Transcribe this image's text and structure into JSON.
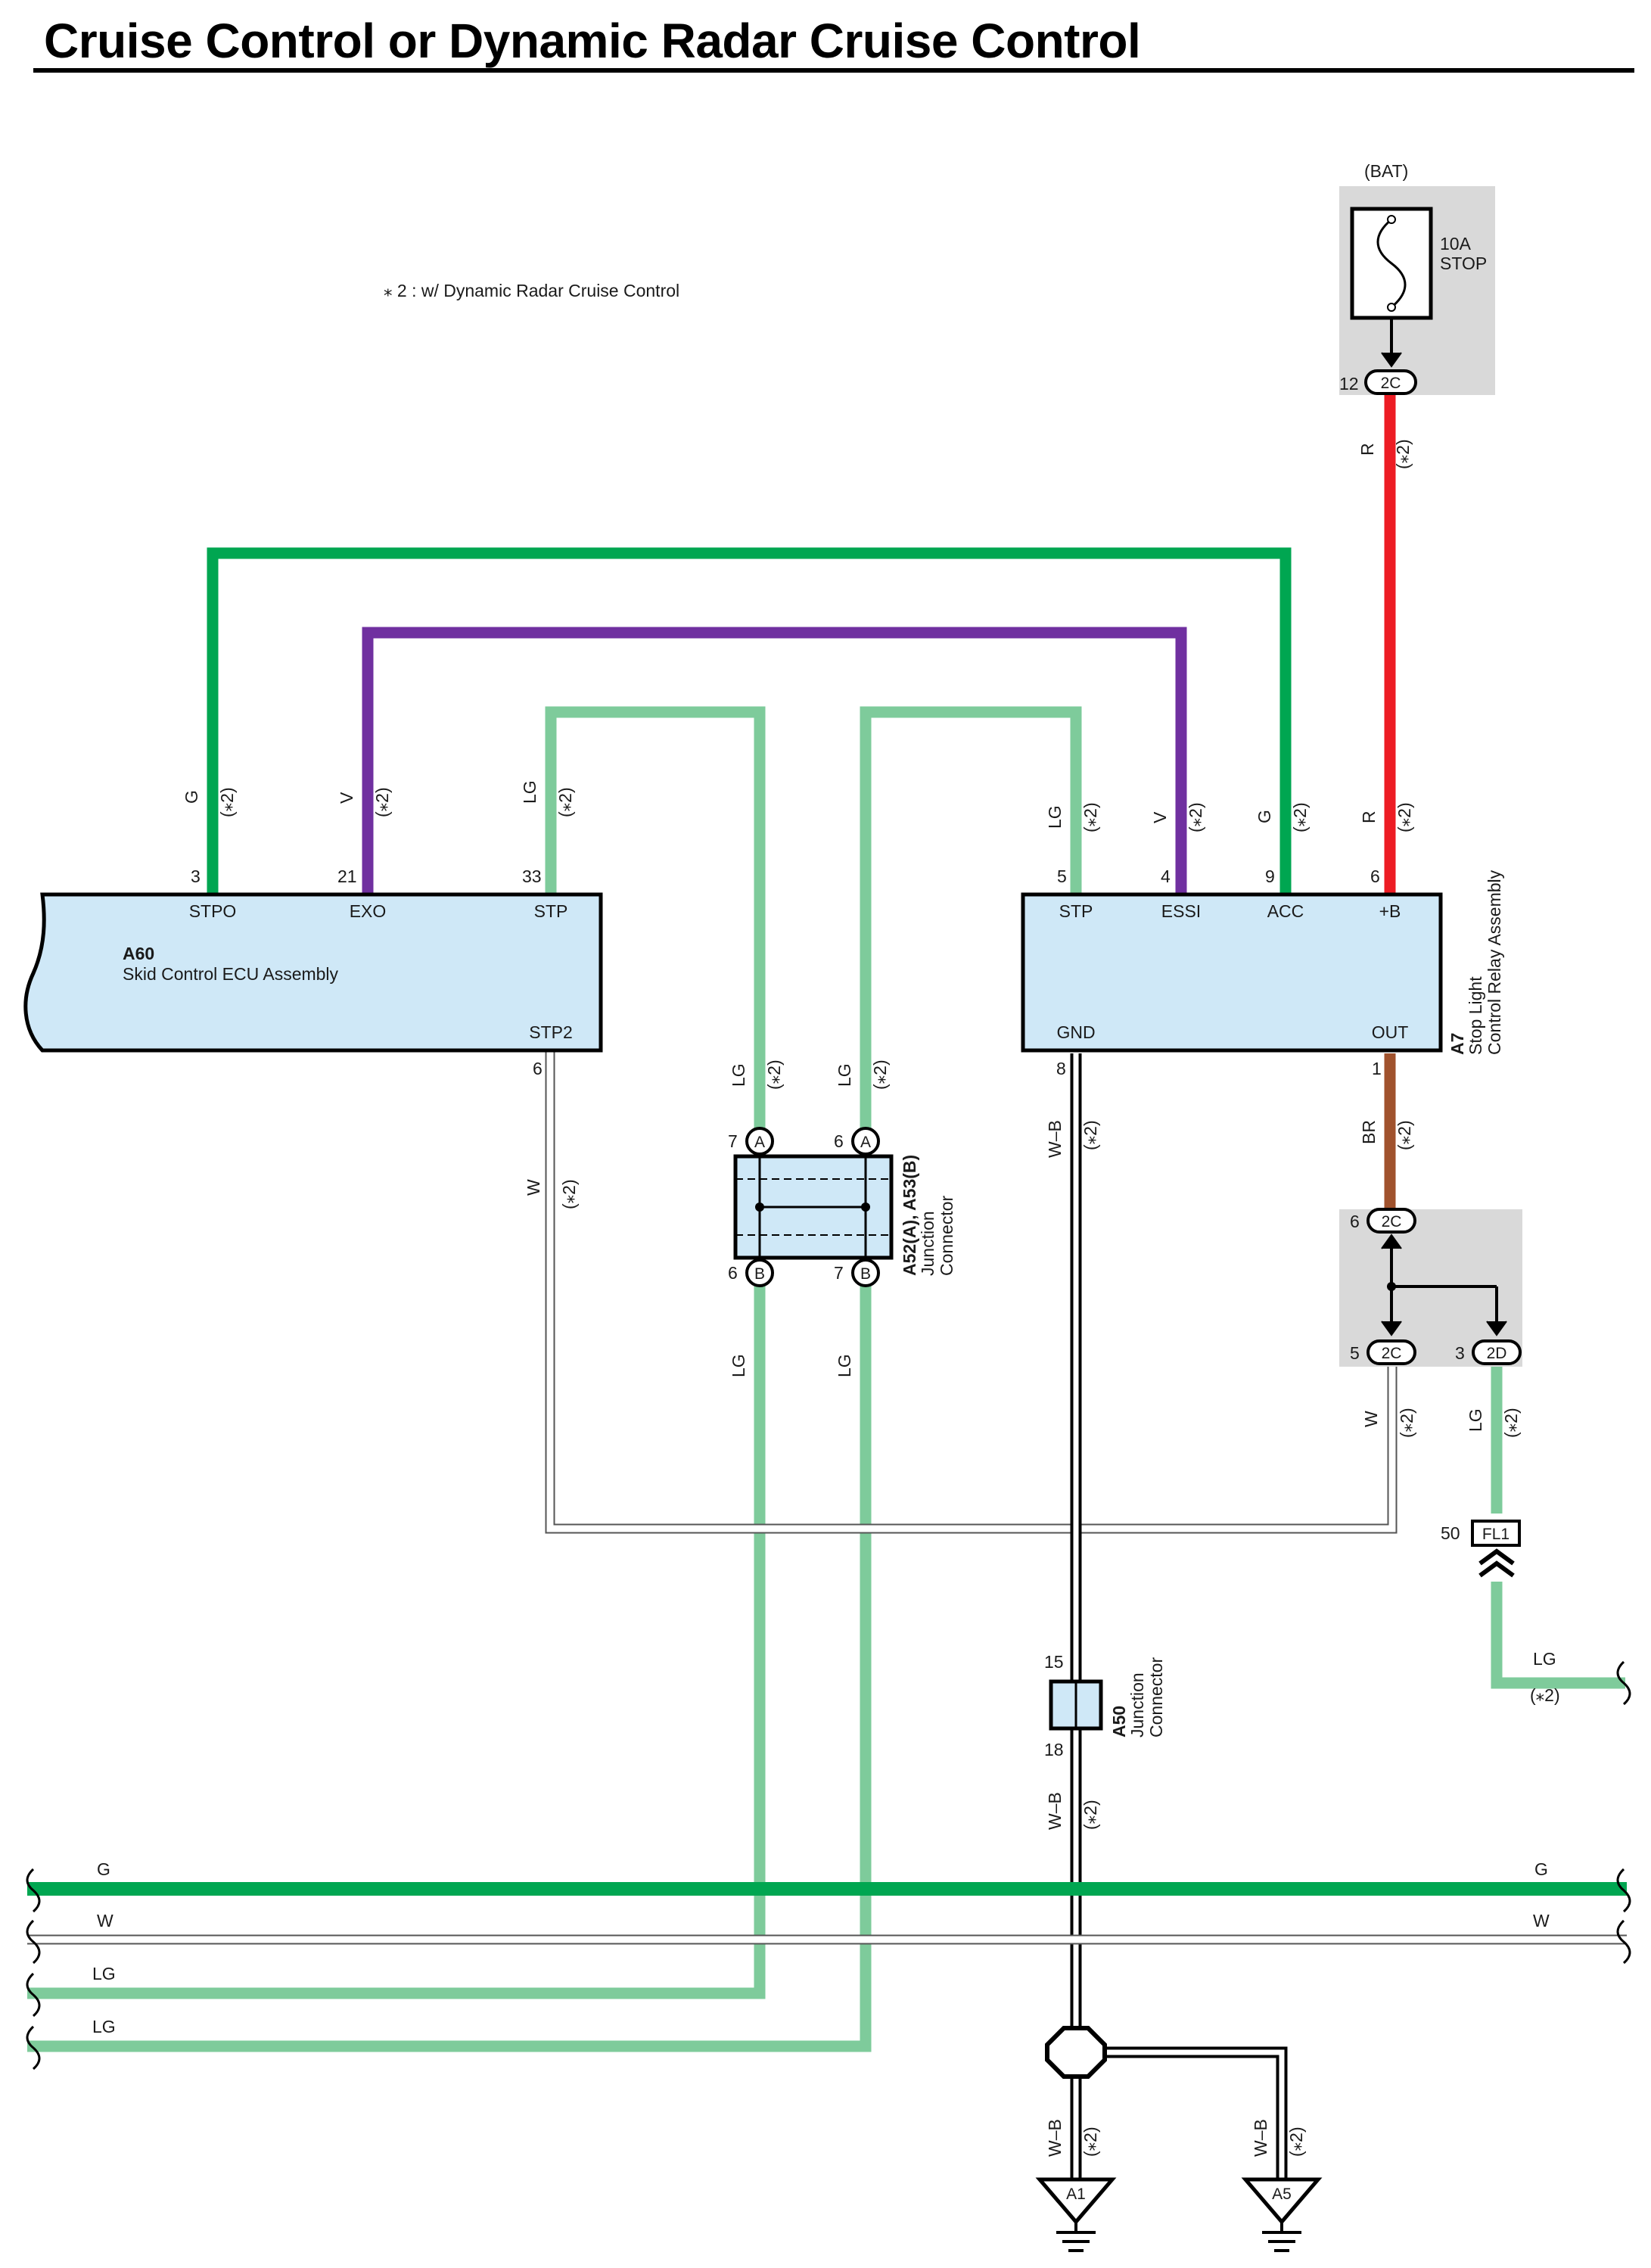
{
  "title": "Cruise Control or Dynamic Radar Cruise Control",
  "footnote": "⁎ 2 : w/ Dynamic Radar Cruise Control",
  "star_note": "(⁎2)",
  "colors": {
    "green": "#00a651",
    "violet": "#7030a0",
    "light_green": "#7ecb9b",
    "red": "#ed1c24",
    "brown": "#a0522d",
    "white_wire": "#ffffff",
    "component_fill": "#cfe8f7",
    "shade": "#d9d9d9"
  },
  "fuse": {
    "source": "(BAT)",
    "rating": "10A",
    "name": "STOP",
    "pin": "12",
    "connector": "2C",
    "wire": "R"
  },
  "a60": {
    "code": "A60",
    "name": "Skid Control ECU Assembly",
    "pins": [
      {
        "num": "3",
        "label": "STPO",
        "wire": "G"
      },
      {
        "num": "21",
        "label": "EXO",
        "wire": "V"
      },
      {
        "num": "33",
        "label": "STP",
        "wire": "LG"
      }
    ],
    "bottom_pin": {
      "num": "6",
      "label": "STP2",
      "wire": "W"
    }
  },
  "a7": {
    "code": "A7",
    "name_line1": "Stop Light",
    "name_line2": "Control Relay Assembly",
    "pins": [
      {
        "num": "5",
        "label": "STP",
        "wire": "LG"
      },
      {
        "num": "4",
        "label": "ESSI",
        "wire": "V"
      },
      {
        "num": "9",
        "label": "ACC",
        "wire": "G"
      },
      {
        "num": "6",
        "label": "+B",
        "wire": "R"
      }
    ],
    "gnd": {
      "num": "8",
      "label": "GND",
      "wire": "W–B"
    },
    "out": {
      "num": "1",
      "label": "OUT",
      "wire": "BR"
    }
  },
  "jc_a52": {
    "title": "A52(A), A53(B)",
    "line2": "Junction",
    "line3": "Connector",
    "top_left": {
      "num": "7",
      "letter": "A",
      "wire": "LG"
    },
    "top_right": {
      "num": "6",
      "letter": "A",
      "wire": "LG"
    },
    "bottom_left": {
      "num": "6",
      "letter": "B",
      "wire": "LG"
    },
    "bottom_right": {
      "num": "7",
      "letter": "B",
      "wire": "LG"
    }
  },
  "jb": {
    "top": {
      "num": "6",
      "conn": "2C"
    },
    "left": {
      "num": "5",
      "conn": "2C",
      "wire": "W"
    },
    "right": {
      "num": "3",
      "conn": "2D",
      "wire": "LG"
    }
  },
  "fl1": {
    "num": "50",
    "label": "FL1",
    "wire": "LG"
  },
  "a50": {
    "code": "A50",
    "line2": "Junction",
    "line3": "Connector",
    "pin_top": "15",
    "pin_bottom": "18",
    "wire": "W–B"
  },
  "bus": [
    {
      "left": "G",
      "right": "G"
    },
    {
      "left": "W",
      "right": "W"
    },
    {
      "left": "LG"
    },
    {
      "left": "LG"
    }
  ],
  "grounds": [
    {
      "label": "A1",
      "wire": "W–B"
    },
    {
      "label": "A5",
      "wire": "W–B"
    }
  ]
}
